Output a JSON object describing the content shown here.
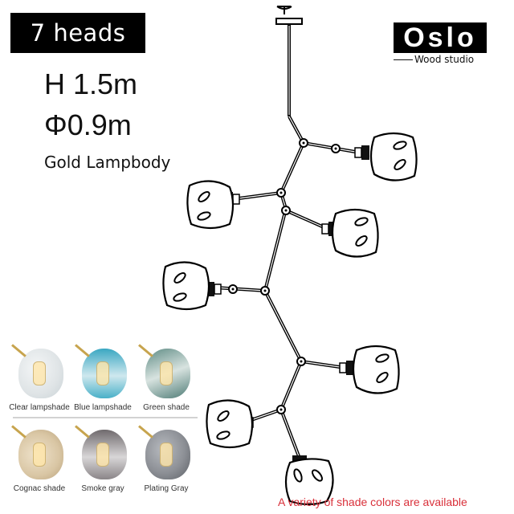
{
  "badge": {
    "label": "7 heads"
  },
  "specs": {
    "height": "H 1.5m",
    "diameter": "Φ0.9m",
    "body": "Gold Lampbody"
  },
  "logo": {
    "name": "Oslo",
    "tagline": "Wood studio"
  },
  "shades": [
    {
      "label": "Clear lampshade",
      "color": "#dfe4e6",
      "edge": "#c9d2d6"
    },
    {
      "label": "Blue lampshade",
      "color": "#5fb7cc",
      "edge": "#2f9ab5"
    },
    {
      "label": "Green shade",
      "color": "#9fb8b2",
      "edge": "#4f7c76"
    },
    {
      "label": "Cognac shade",
      "color": "#d9c6a4",
      "edge": "#b9a27c"
    },
    {
      "label": "Smoke gray",
      "color": "#a9a4a6",
      "edge": "#6f6a6d"
    },
    {
      "label": "Plating Gray",
      "color": "#8d9096",
      "edge": "#5c6066"
    }
  ],
  "note": "A variety of shade colors are available",
  "colors": {
    "accent_red": "#d9303a",
    "black": "#000000"
  }
}
